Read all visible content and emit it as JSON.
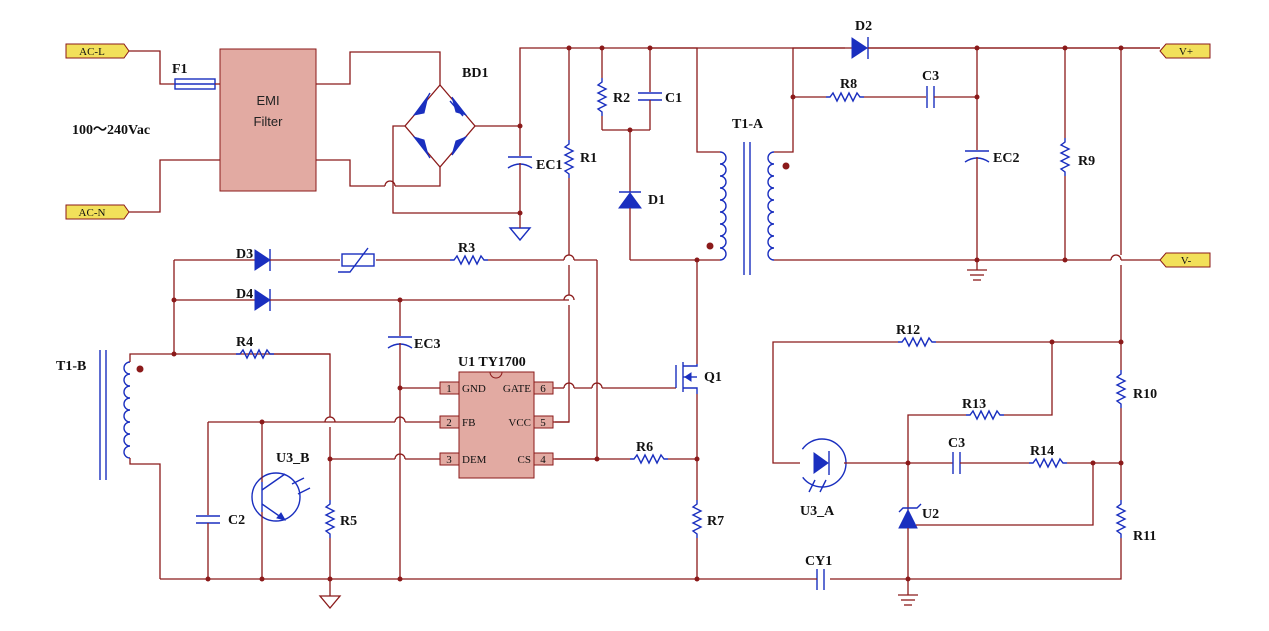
{
  "ports": {
    "ac_l": "AC-L",
    "ac_n": "AC-N",
    "v_plus": "V+",
    "v_minus": "V-"
  },
  "input_voltage": "100～240Vac",
  "emi": {
    "line1": "EMI",
    "line2": "Filter"
  },
  "labels": {
    "F1": "F1",
    "BD1": "BD1",
    "EC1": "EC1",
    "R1": "R1",
    "R2": "R2",
    "C1": "C1",
    "D1": "D1",
    "T1A": "T1-A",
    "D2": "D2",
    "R8": "R8",
    "C3a": "C3",
    "EC2": "EC2",
    "R9": "R9",
    "D3": "D3",
    "R3": "R3",
    "D4": "D4",
    "EC3": "EC3",
    "R4": "R4",
    "T1B": "T1-B",
    "U1": "U1 TY1700",
    "Q1": "Q1",
    "R6": "R6",
    "R7": "R7",
    "U3B": "U3_B",
    "C2": "C2",
    "R5": "R5",
    "R12": "R12",
    "R13": "R13",
    "R10": "R10",
    "C3b": "C3",
    "R14": "R14",
    "U3A": "U3_A",
    "U2": "U2",
    "R11": "R11",
    "CY1": "CY1"
  },
  "ic_pins": {
    "p1": "1",
    "p2": "2",
    "p3": "3",
    "p4": "4",
    "p5": "5",
    "p6": "6",
    "gnd": "GND",
    "fb": "FB",
    "dem": "DEM",
    "gate": "GATE",
    "vcc": "VCC",
    "cs": "CS"
  },
  "colors": {
    "wire": "#8b1a1a",
    "component": "#1a2fbf",
    "box_fill": "#e2aaa2",
    "port_fill": "#f2e05a"
  }
}
